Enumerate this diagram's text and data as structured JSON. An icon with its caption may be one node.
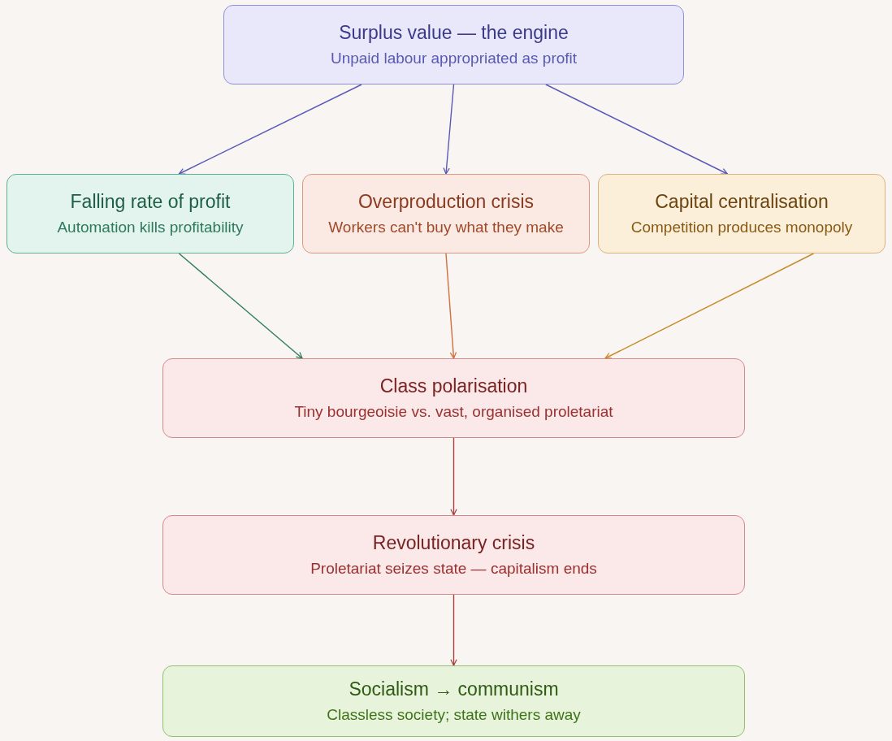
{
  "diagram": {
    "nodes": [
      {
        "text": [
          "Surplus value — the engine",
          "Unpaid labour appropriated as profit"
        ]
      },
      {
        "text": [
          "Falling rate of profit",
          "Automation kills profitability"
        ]
      },
      {
        "text": [
          "Overproduction crisis",
          "Workers can't buy what they make"
        ]
      },
      {
        "text": [
          "Capital centralisation",
          "Competition produces monopoly"
        ]
      },
      {
        "text": [
          "Class polarisation",
          "Tiny bourgeoisie vs. vast, organised proletariat"
        ]
      },
      {
        "text": [
          "Revolutionary crisis",
          "Proletariat seizes state — capitalism ends"
        ]
      },
      {
        "text": [
          "Socialism → communism",
          "Classless society; state withers away"
        ]
      }
    ],
    "edges": [
      {
        "from": 0,
        "to": 1,
        "arrow": "to",
        "color": "#5a59b8"
      },
      {
        "from": 0,
        "to": 2,
        "arrow": "to",
        "color": "#5a59b8"
      },
      {
        "from": 0,
        "to": 3,
        "arrow": "to",
        "color": "#5a59b8"
      },
      {
        "from": 1,
        "to": 4,
        "arrow": "to",
        "color": "#2e7d5e"
      },
      {
        "from": 2,
        "to": 4,
        "arrow": "to",
        "color": "#d0703a"
      },
      {
        "from": 3,
        "to": 4,
        "arrow": "to",
        "color": "#c88a2a"
      },
      {
        "from": 4,
        "to": 5,
        "arrow": "to",
        "color": "#a84040"
      },
      {
        "from": 5,
        "to": 6,
        "arrow": "to",
        "color": "#a84040"
      }
    ]
  }
}
